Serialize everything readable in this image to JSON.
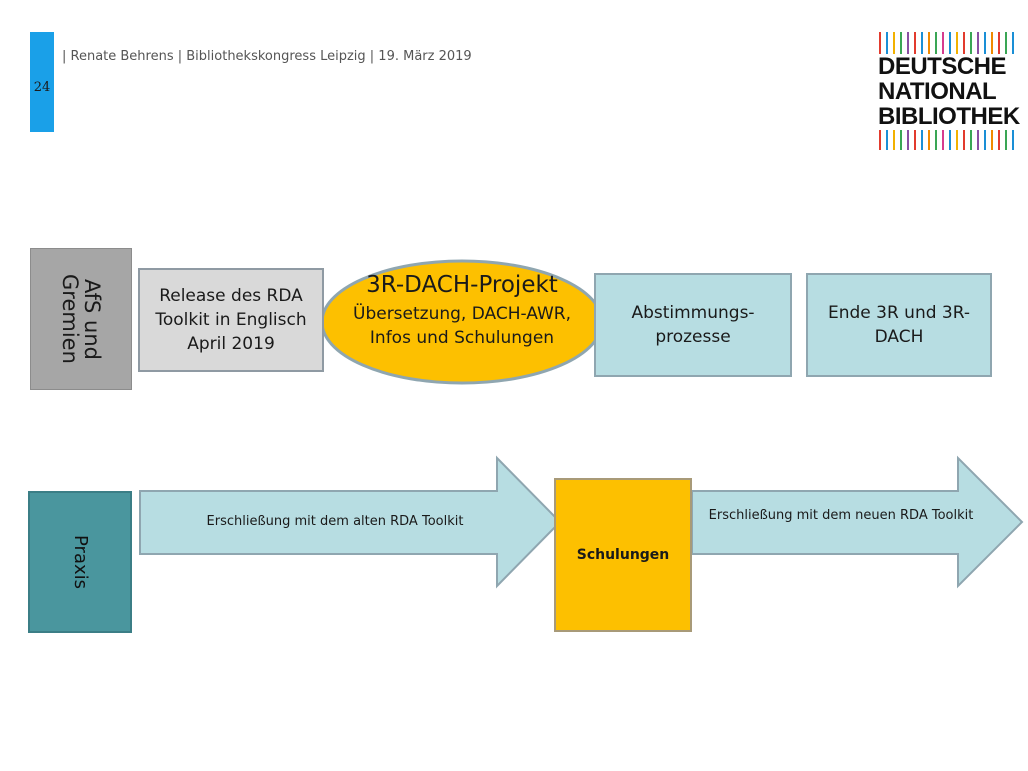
{
  "header": {
    "slide_number": "24",
    "text": "| Renate Behrens  | Bibliothekskongress Leipzig | 19. März 2019"
  },
  "logo": {
    "lines": [
      "DEUTSCHE",
      "NATIONAL",
      "BIBLIOTHEK"
    ]
  },
  "rows": {
    "afs_label": "AfS und Gremien",
    "praxis_label": "Praxis"
  },
  "boxes": {
    "release": "Release des RDA Toolkit in Englisch April 2019",
    "dach_title": "3R-DACH-Projekt",
    "dach_body": "Übersetzung, DACH-AWR, Infos und Schulungen",
    "abstimmung": "Abstimmungs-prozesse",
    "ende": "Ende 3R und 3R-DACH",
    "schulungen": "Schulungen"
  },
  "arrows": {
    "old": "Erschließung mit dem alten  RDA Toolkit",
    "new": "Erschließung mit dem neuen RDA Toolkit"
  },
  "colors": {
    "accent": "#1aa0e8",
    "gremien": "#a6a6a6",
    "praxis": "#4a969e",
    "project": "#fdc000",
    "light_teal": "#b7dde2"
  }
}
